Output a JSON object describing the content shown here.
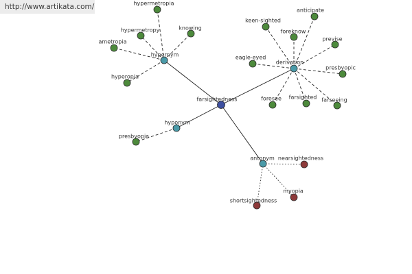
{
  "watermark": "http://www.artikata.com/",
  "colors": {
    "center": "#3d4fa0",
    "relation": "#4a9aa8",
    "related": "#4d8a3c",
    "antonym": "#8e3a3a"
  },
  "center": {
    "id": "farsightedness",
    "label": "farsightedness",
    "kind": "center"
  },
  "relations": [
    {
      "id": "hypernym",
      "label": "hypernym",
      "kind": "relation"
    },
    {
      "id": "derivation",
      "label": "derivation",
      "kind": "relation"
    },
    {
      "id": "hyponym",
      "label": "hyponym",
      "kind": "relation"
    },
    {
      "id": "antonym",
      "label": "antonym",
      "kind": "relation"
    }
  ],
  "terms": [
    {
      "id": "hypermetropia",
      "label": "hypermetropia",
      "parent": "hypernym",
      "kind": "related",
      "edge": "dash"
    },
    {
      "id": "hypermetropy",
      "label": "hypermetropy",
      "parent": "hypernym",
      "kind": "related",
      "edge": "dash"
    },
    {
      "id": "knowing",
      "label": "knowing",
      "parent": "hypernym",
      "kind": "related",
      "edge": "dash"
    },
    {
      "id": "ametropia",
      "label": "ametropia",
      "parent": "hypernym",
      "kind": "related",
      "edge": "dash"
    },
    {
      "id": "hyperopia",
      "label": "hyperopia",
      "parent": "hypernym",
      "kind": "related",
      "edge": "dash"
    },
    {
      "id": "keen-sighted",
      "label": "keen-sighted",
      "parent": "derivation",
      "kind": "related",
      "edge": "dash"
    },
    {
      "id": "anticipate",
      "label": "anticipate",
      "parent": "derivation",
      "kind": "related",
      "edge": "dash"
    },
    {
      "id": "foreknow",
      "label": "foreknow",
      "parent": "derivation",
      "kind": "related",
      "edge": "dash"
    },
    {
      "id": "previse",
      "label": "previse",
      "parent": "derivation",
      "kind": "related",
      "edge": "dash"
    },
    {
      "id": "eagle-eyed",
      "label": "eagle-eyed",
      "parent": "derivation",
      "kind": "related",
      "edge": "dash"
    },
    {
      "id": "presbyopic",
      "label": "presbyopic",
      "parent": "derivation",
      "kind": "related",
      "edge": "dash"
    },
    {
      "id": "foresee",
      "label": "foresee",
      "parent": "derivation",
      "kind": "related",
      "edge": "dash"
    },
    {
      "id": "farsighted",
      "label": "farsighted",
      "parent": "derivation",
      "kind": "related",
      "edge": "dash"
    },
    {
      "id": "farseeing",
      "label": "farseeing",
      "parent": "derivation",
      "kind": "related",
      "edge": "dash"
    },
    {
      "id": "presbyopia",
      "label": "presbyopia",
      "parent": "hyponym",
      "kind": "related",
      "edge": "dash"
    },
    {
      "id": "nearsightedness",
      "label": "nearsightedness",
      "parent": "antonym",
      "kind": "antonym",
      "edge": "dot"
    },
    {
      "id": "myopia",
      "label": "myopia",
      "parent": "antonym",
      "kind": "antonym",
      "edge": "dot"
    },
    {
      "id": "shortsightedness",
      "label": "shortsightedness",
      "parent": "antonym",
      "kind": "antonym",
      "edge": "dot"
    }
  ]
}
